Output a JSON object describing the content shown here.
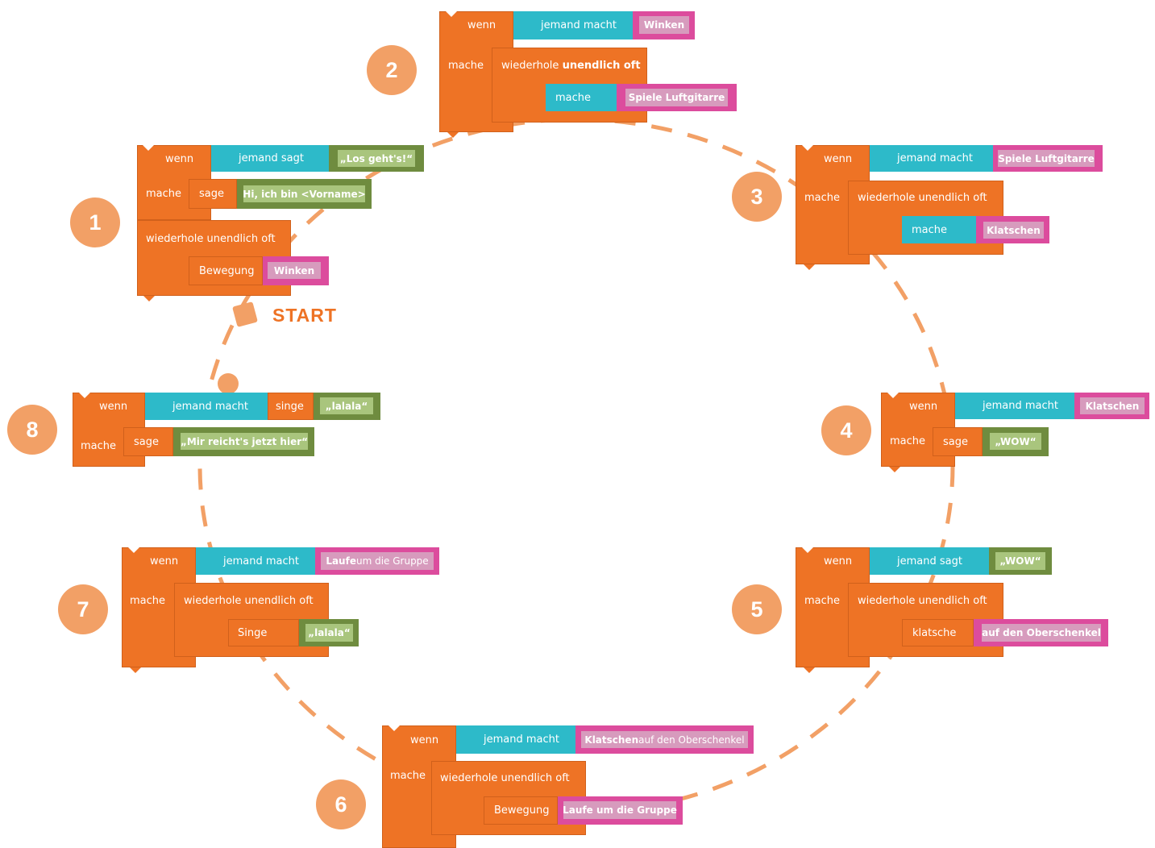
{
  "badges": {
    "n1": "1",
    "n2": "2",
    "n3": "3",
    "n4": "4",
    "n5": "5",
    "n6": "6",
    "n7": "7",
    "n8": "8"
  },
  "start_label": "START",
  "kw": {
    "wenn": "wenn",
    "mache": "mache",
    "sage": "sage",
    "singe": "singe",
    "Singe": "Singe",
    "wiederhole": "wiederhole unendlich oft",
    "bewegung": "Bewegung",
    "klatsche": "klatsche"
  },
  "blocks": {
    "b1": {
      "trigger": "jemand sagt",
      "trigger_value": "„Los geht's!“",
      "say_value": "Hi, ich bin <Vorname>",
      "move_value": "Winken"
    },
    "b2": {
      "trigger": "jemand macht",
      "trigger_value": "Winken",
      "loop_label": "wiederhole",
      "loop_label_bold": "unendlich oft",
      "action_value": "Spiele Luftgitarre"
    },
    "b3": {
      "trigger": "jemand macht",
      "trigger_value": "Spiele Luftgitarre",
      "action_value": "Klatschen"
    },
    "b4": {
      "trigger": "jemand macht",
      "trigger_value": "Klatschen",
      "say_value": "„WOW“"
    },
    "b5": {
      "trigger": "jemand sagt",
      "trigger_value": "„WOW“",
      "action_value": "auf den Oberschenkel"
    },
    "b6": {
      "trigger": "jemand macht",
      "trigger_value_bold": "Klatschen",
      "trigger_value_rest": " auf den Oberschenkel",
      "move_value": "Laufe um die Gruppe"
    },
    "b7": {
      "trigger": "jemand macht",
      "trigger_value_bold": "Laufe",
      "trigger_value_rest": " um die Gruppe",
      "sing_value": "„lalala“"
    },
    "b8": {
      "trigger": "jemand macht",
      "sing_value": "„lalala“",
      "say_value": "„Mir reicht's jetzt hier“"
    }
  },
  "colors": {
    "orange": "#ee7325",
    "cyan": "#2dbac9",
    "magenta": "#dc4c9d",
    "olive": "#6f8c3f",
    "badge": "#f2a066"
  }
}
